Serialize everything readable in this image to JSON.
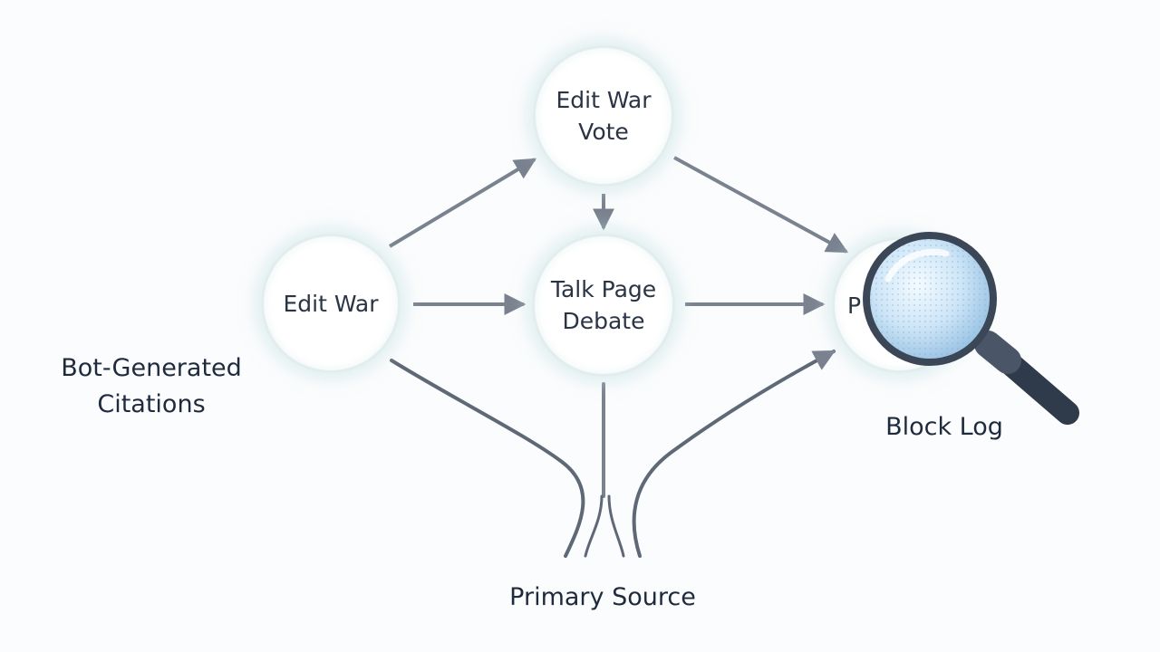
{
  "diagram": {
    "nodes": {
      "vote": {
        "label": "Edit War\nVote"
      },
      "edit_war": {
        "label": "Edit War"
      },
      "talk": {
        "label": "Talk Page\nDebate"
      },
      "right": {
        "label": "P"
      }
    },
    "labels": {
      "bot": "Bot-Generated\nCitations",
      "block": "Block Log",
      "primary": "Primary Source"
    },
    "icons": [
      "magnifier-icon"
    ],
    "colors": {
      "arrow": "#707887",
      "text": "#1f2b3c",
      "node_border": "#e3eeec",
      "glow": "#c4e2e6",
      "lens": "#cfe6f7",
      "handle": "#2f3a4b"
    }
  }
}
